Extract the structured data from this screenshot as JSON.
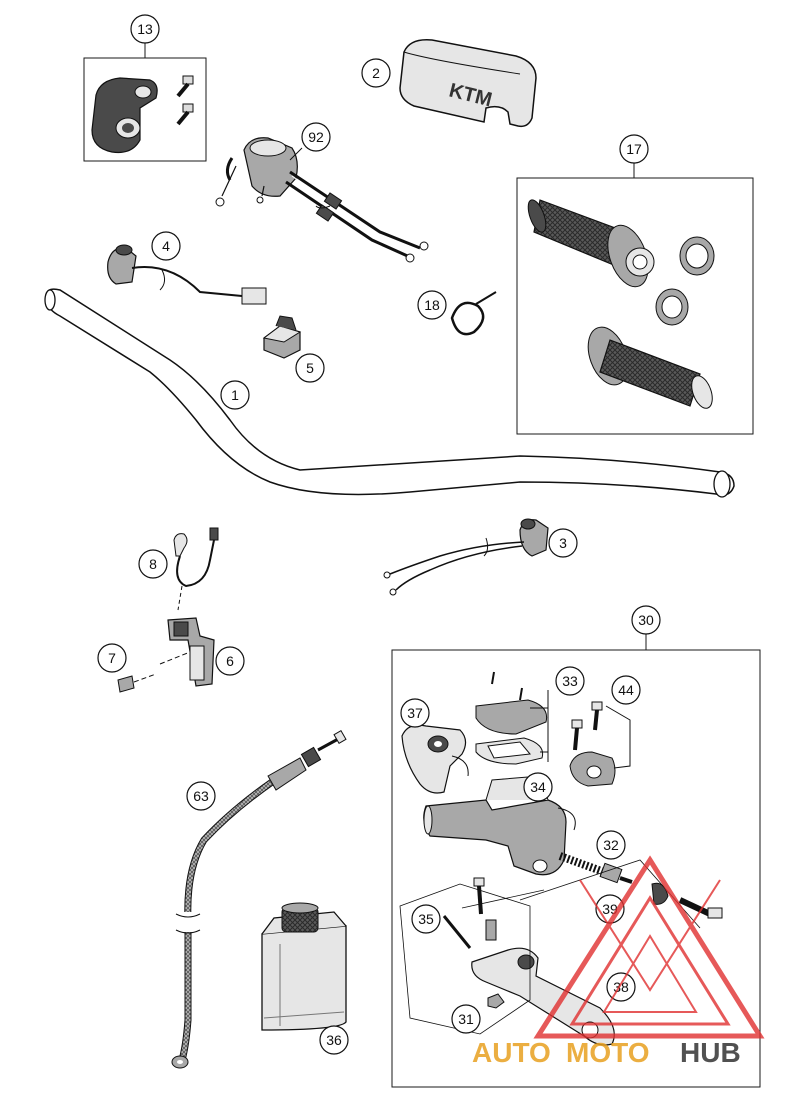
{
  "callouts": {
    "c13": "13",
    "c2": "2",
    "c92": "92",
    "c17": "17",
    "c4": "4",
    "c18": "18",
    "c5": "5",
    "c1": "1",
    "c3": "3",
    "c8": "8",
    "c7": "7",
    "c6": "6",
    "c30": "30",
    "c33": "33",
    "c44": "44",
    "c37": "37",
    "c34": "34",
    "c63": "63",
    "c32": "32",
    "c39": "39",
    "c35": "35",
    "c38": "38",
    "c31": "31",
    "c36": "36"
  },
  "pad_logo": "KTM",
  "watermark": {
    "part1": "AUTO",
    "part2": "MOTO",
    "part3": "HUB",
    "color_accent": "#e8a020",
    "color_dark": "#333333",
    "color_red": "#e03030"
  },
  "colors": {
    "line": "#1a1a1a",
    "fill_light": "#e6e6e6",
    "fill_mid": "#a8a8a8",
    "fill_dark": "#4a4a4a"
  }
}
